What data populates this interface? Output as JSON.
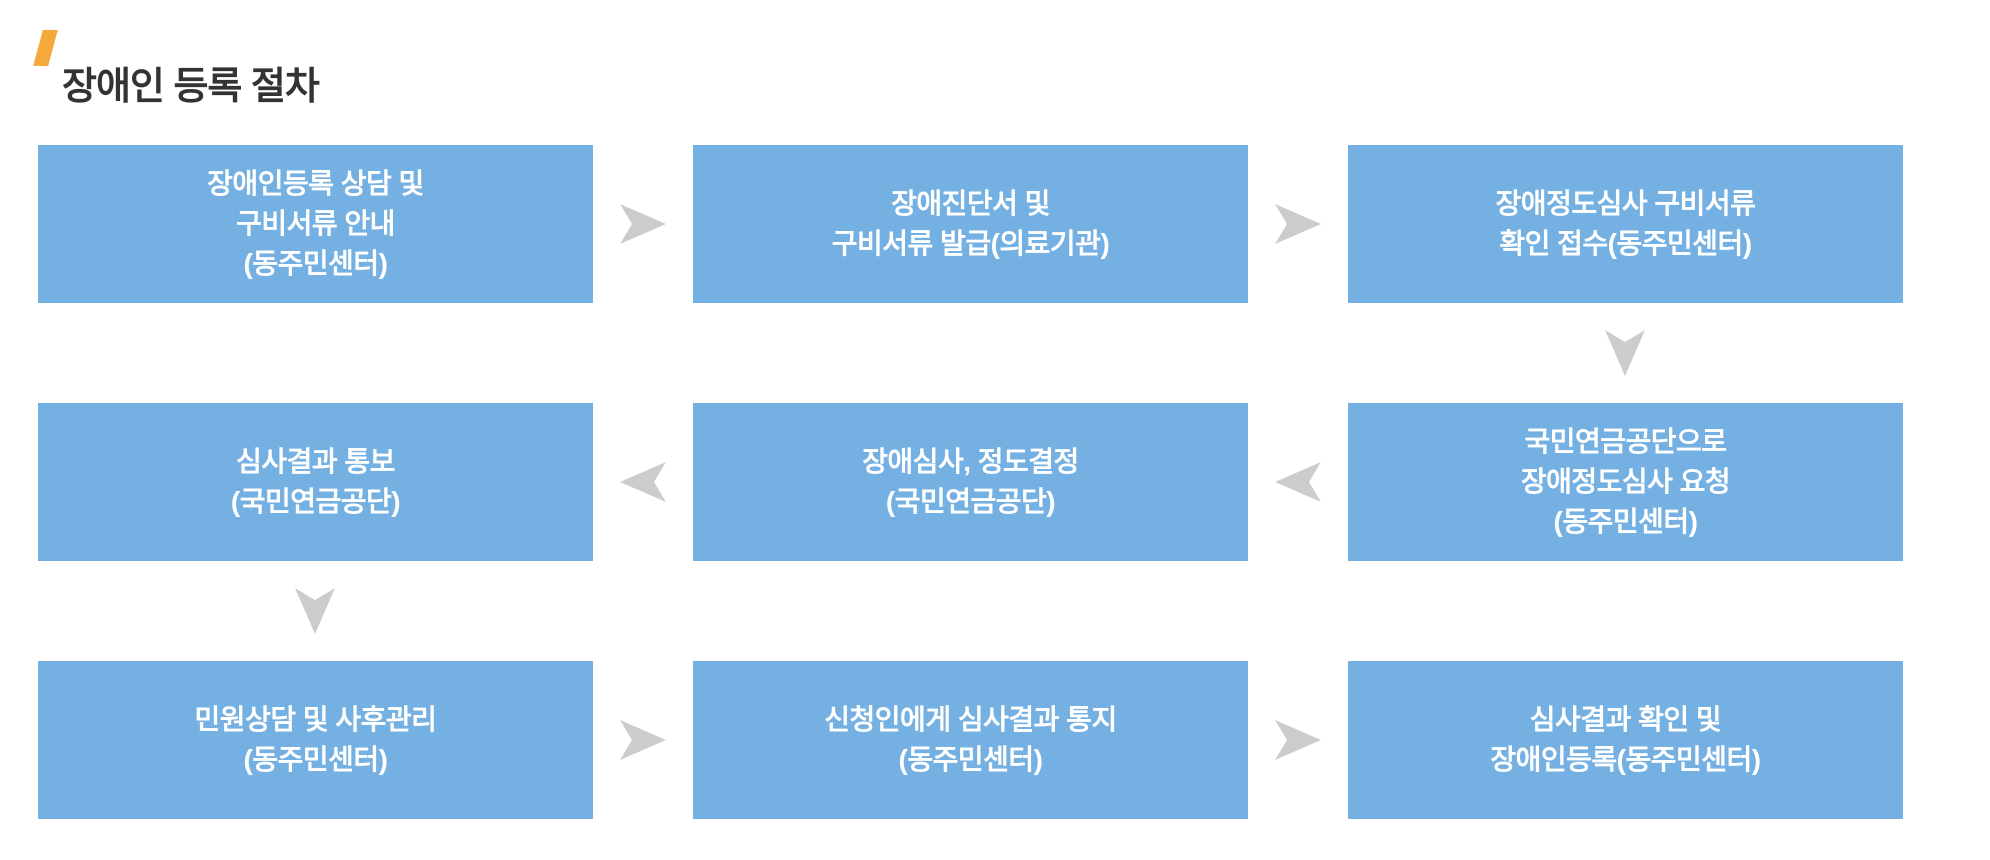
{
  "header": {
    "title": "장애인 등록 절차",
    "marker_color": "#F5A93C",
    "title_color": "#333333"
  },
  "flow": {
    "box_color": "#74B0E1",
    "box_text_color": "#FFFFFF",
    "arrow_color": "#CCCCCC",
    "steps": [
      {
        "id": 1,
        "position": "row1-col1",
        "lines": [
          "장애인등록 상담 및",
          "구비서류 안내",
          "(동주민센터)"
        ]
      },
      {
        "id": 2,
        "position": "row1-col2",
        "lines": [
          "장애진단서 및",
          "구비서류 발급(의료기관)"
        ]
      },
      {
        "id": 3,
        "position": "row1-col3",
        "lines": [
          "장애정도심사 구비서류",
          "확인 접수(동주민센터)"
        ]
      },
      {
        "id": 4,
        "position": "row2-col3",
        "lines": [
          "국민연금공단으로",
          "장애정도심사 요청",
          "(동주민센터)"
        ]
      },
      {
        "id": 5,
        "position": "row2-col2",
        "lines": [
          "장애심사, 정도결정",
          "(국민연금공단)"
        ]
      },
      {
        "id": 6,
        "position": "row2-col1",
        "lines": [
          "심사결과 통보",
          "(국민연금공단)"
        ]
      },
      {
        "id": 7,
        "position": "row3-col1",
        "lines": [
          "민원상담 및 사후관리",
          "(동주민센터)"
        ]
      },
      {
        "id": 8,
        "position": "row3-col2",
        "lines": [
          "신청인에게 심사결과 통지",
          "(동주민센터)"
        ]
      },
      {
        "id": 9,
        "position": "row3-col3",
        "lines": [
          "심사결과 확인 및",
          "장애인등록(동주민센터)"
        ]
      }
    ],
    "arrows": [
      {
        "from": 1,
        "to": 2,
        "direction": "right"
      },
      {
        "from": 2,
        "to": 3,
        "direction": "right"
      },
      {
        "from": 3,
        "to": 4,
        "direction": "down"
      },
      {
        "from": 4,
        "to": 5,
        "direction": "left"
      },
      {
        "from": 5,
        "to": 6,
        "direction": "left"
      },
      {
        "from": 6,
        "to": 7,
        "direction": "down"
      },
      {
        "from": 7,
        "to": 8,
        "direction": "right"
      },
      {
        "from": 8,
        "to": 9,
        "direction": "right"
      }
    ]
  }
}
